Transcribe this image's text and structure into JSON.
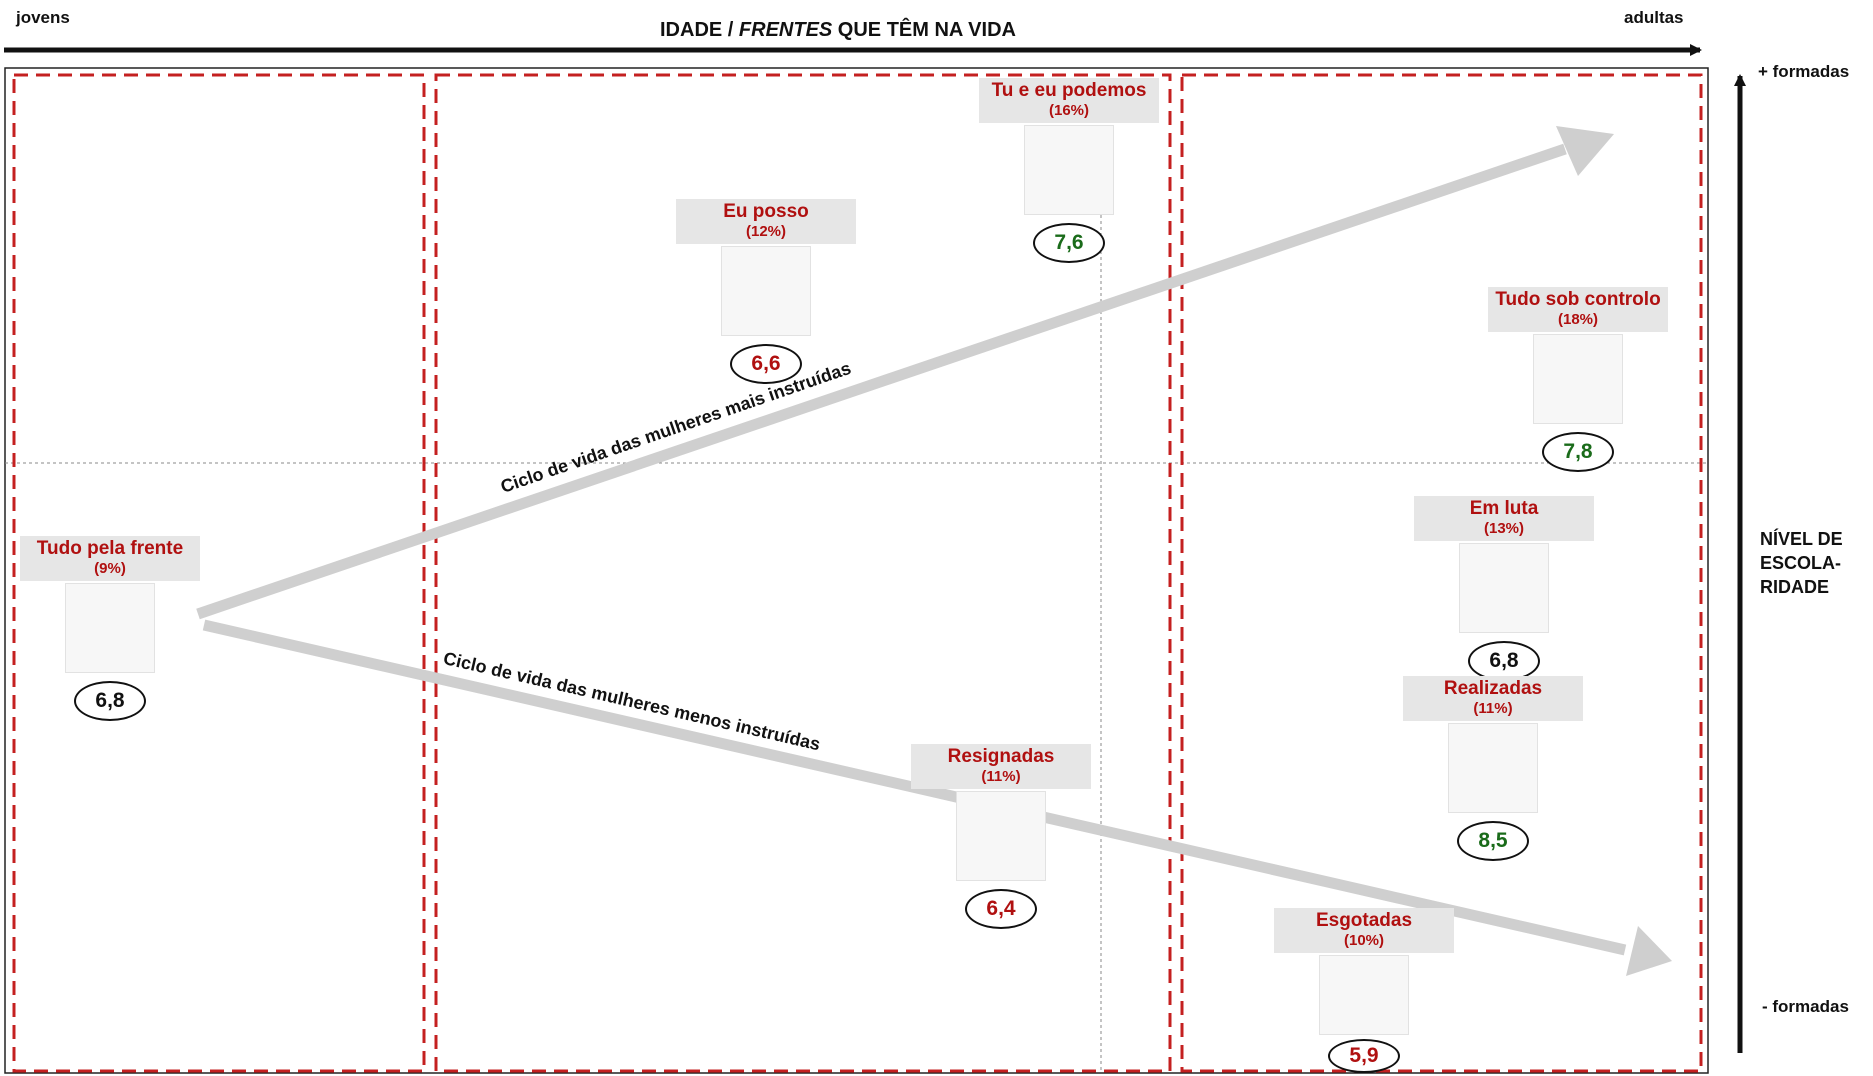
{
  "axis_x": {
    "left_label": "jovens",
    "right_label": "adultas",
    "title_prefix": "IDADE / ",
    "title_italic": "FRENTES",
    "title_suffix": " QUE TÊM NA VIDA"
  },
  "axis_y": {
    "top_label": "+ formadas",
    "bottom_label": "- formadas",
    "title_lines": [
      "NÍVEL DE",
      "ESCOLA-",
      "RIDADE"
    ]
  },
  "paths": [
    {
      "label": "Ciclo de vida das mulheres mais instruídas"
    },
    {
      "label": "Ciclo de vida das mulheres menos instruídas"
    }
  ],
  "colors": {
    "red": "#b01010",
    "green": "#1a6b1a",
    "black": "#111111",
    "arrow": "#cfcfcf",
    "frame": "#c42020"
  },
  "clusters": [
    {
      "id": "tudo-pela-frente",
      "name": "Tudo pela frente",
      "pct": "(9%)",
      "score": "6,8",
      "score_color": "black",
      "illustration": "woman-shopping-icon"
    },
    {
      "id": "eu-posso",
      "name": "Eu posso",
      "pct": "(12%)",
      "score": "6,6",
      "score_color": "red",
      "illustration": "woman-on-sofa-icon"
    },
    {
      "id": "tu-e-eu-podemos",
      "name": "Tu e eu podemos",
      "pct": "(16%)",
      "score": "7,6",
      "score_color": "green",
      "illustration": "couple-icon"
    },
    {
      "id": "tudo-sob-controlo",
      "name": "Tudo sob controlo",
      "pct": "(18%)",
      "score": "7,8",
      "score_color": "green",
      "illustration": "businesswoman-icon"
    },
    {
      "id": "em-luta",
      "name": "Em luta",
      "pct": "(13%)",
      "score": "6,8",
      "score_color": "black",
      "illustration": "woman-with-kids-icon"
    },
    {
      "id": "realizadas",
      "name": "Realizadas",
      "pct": "(11%)",
      "score": "8,5",
      "score_color": "green",
      "illustration": "family-table-icon"
    },
    {
      "id": "resignadas",
      "name": "Resignadas",
      "pct": "(11%)",
      "score": "6,4",
      "score_color": "red",
      "illustration": "woman-in-kitchen-icon"
    },
    {
      "id": "esgotadas",
      "name": "Esgotadas",
      "pct": "(10%)",
      "score": "5,9",
      "score_color": "red",
      "illustration": "woman-with-shopping-cart-icon"
    }
  ]
}
